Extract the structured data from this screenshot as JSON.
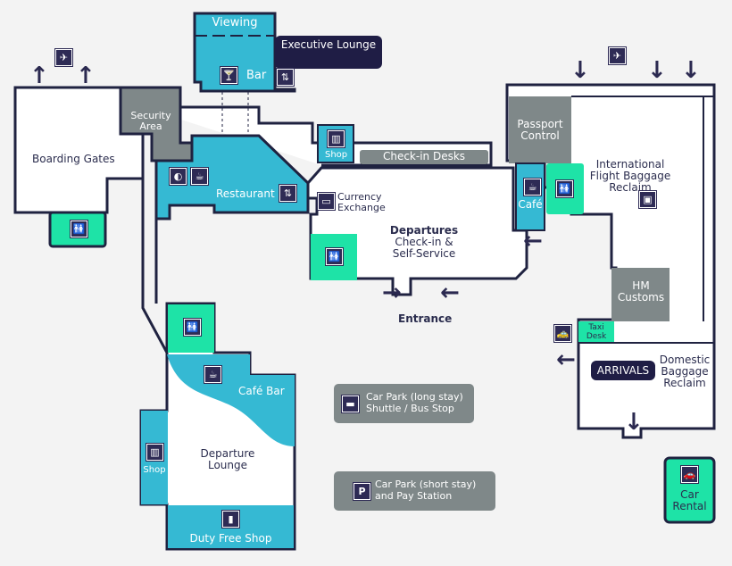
{
  "map": {
    "colors": {
      "background": "#f3f3f3",
      "floor": "#ffffff",
      "wall": "#1f2240",
      "teal": "#35b9d3",
      "green": "#1ee3a7",
      "gray": "#7f8889",
      "navy": "#1f1d45"
    },
    "areas": {
      "viewing": "Viewing",
      "executive_lounge": "Executive Lounge",
      "bar": "Bar",
      "boarding_gates": "Boarding Gates",
      "security_area": "Security Area",
      "restaurant": "Restaurant",
      "shop_top": "Shop",
      "check_in_desks": "Check-in Desks",
      "currency_exchange": "Currency Exchange",
      "departures": "Departures",
      "departures_sub1": "Check-in &",
      "departures_sub2": "Self-Service",
      "entrance": "Entrance",
      "passport_control": "Passport Control",
      "cafe_right": "Café",
      "intl_baggage": "International Flight Baggage Reclaim",
      "hm_customs": "HM Customs",
      "taxi_desk": "Taxi Desk",
      "arrivals": "ARRIVALS",
      "domestic_baggage": "Domestic Baggage Reclaim",
      "cafe_bar": "Café Bar",
      "departure_lounge": "Departure Lounge",
      "shop_left": "Shop",
      "duty_free": "Duty Free Shop",
      "car_park_long": "Car Park (long stay) Shuttle / Bus Stop",
      "car_park_short": "Car Park (short stay) and Pay Station",
      "car_rental": "Car Rental"
    },
    "icons": {
      "departures_plane": "plane-takeoff-icon",
      "arrivals_plane": "plane-landing-icon",
      "toilets": "toilets-icon",
      "cafe": "coffee-cup-icon",
      "restaurant": "plate-cutlery-icon",
      "bar": "cocktail-icon",
      "lift": "lift-icon",
      "shop": "shopping-bag-icon",
      "currency": "banknote-icon",
      "baggage": "baggage-icon",
      "taxi": "taxi-icon",
      "bus": "bus-icon",
      "parking": "parking-icon",
      "car_rental": "car-rental-icon",
      "duty_free": "bottles-icon"
    },
    "glyphs": {
      "plane": "✈",
      "toilets": "🚻",
      "cup": "☕",
      "plate": "◐",
      "bar": "🍸",
      "lift": "⇅",
      "shop": "▥",
      "cash": "▭",
      "baggage": "▣",
      "taxi": "🚕",
      "bus": "▬",
      "parking": "P",
      "car": "🚗",
      "bottles": "▮",
      "up": "↑",
      "down": "↓",
      "left": "←",
      "right": "→"
    }
  }
}
